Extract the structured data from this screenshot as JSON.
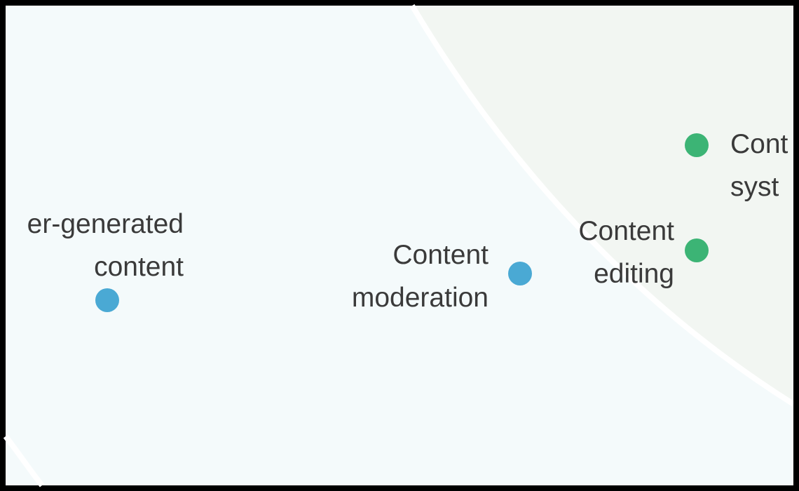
{
  "colors": {
    "frame": "#000000",
    "region_inner_bg": "#f4fafb",
    "region_outer_bg": "#f2f6f2",
    "divider": "#ffffff",
    "label_text": "#3a3a3a",
    "node_blue": "#4aa9d4",
    "node_green": "#3cb475"
  },
  "nodes": [
    {
      "id": "user-generated-content",
      "line1": "er-generated",
      "line2": "content",
      "color_key": "node_blue"
    },
    {
      "id": "content-moderation",
      "line1": "Content",
      "line2": "moderation",
      "color_key": "node_blue"
    },
    {
      "id": "content-editing",
      "line1": "Content",
      "line2": "editing",
      "color_key": "node_green"
    },
    {
      "id": "content-systems",
      "line1": "Cont",
      "line2": "syst",
      "color_key": "node_green"
    }
  ]
}
